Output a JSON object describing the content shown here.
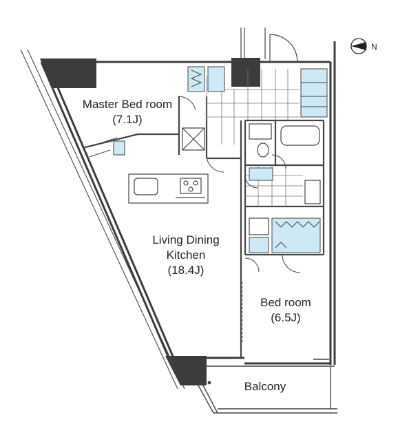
{
  "rooms": {
    "master_bedroom": {
      "name": "Master Bed room",
      "size": "(7.1J)"
    },
    "ldk": {
      "name_line1": "Living Dining",
      "name_line2": "Kitchen",
      "size": "(18.4J)"
    },
    "bedroom": {
      "name": "Bed room",
      "size": "(6.5J)"
    },
    "balcony": {
      "name": "Balcony"
    }
  },
  "compass": {
    "label": "N",
    "icon": "north-arrow-icon"
  },
  "colors": {
    "wall": "#3c3c3c",
    "fixture": "#cde9f5",
    "line": "#444444"
  }
}
